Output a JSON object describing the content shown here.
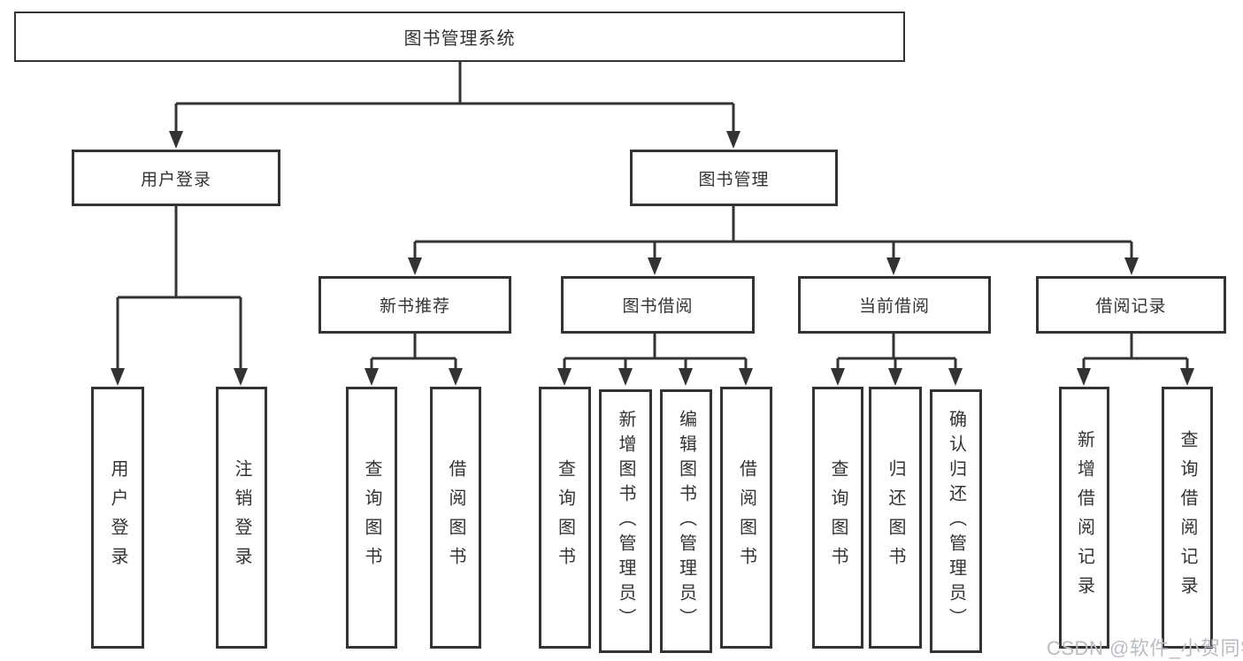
{
  "diagram": {
    "root": {
      "label": "图书管理系统"
    },
    "level2": [
      {
        "label": "用户登录"
      },
      {
        "label": "图书管理"
      }
    ],
    "level3": [
      {
        "label": "新书推荐"
      },
      {
        "label": "图书借阅"
      },
      {
        "label": "当前借阅"
      },
      {
        "label": "借阅记录"
      }
    ],
    "leaves": [
      {
        "label": "用户登录"
      },
      {
        "label": "注销登录"
      },
      {
        "label": "查询图书"
      },
      {
        "label": "借阅图书"
      },
      {
        "label": "查询图书"
      },
      {
        "label": "新增图书（管理员）"
      },
      {
        "label": "编辑图书（管理员）"
      },
      {
        "label": "借阅图书"
      },
      {
        "label": "查询图书"
      },
      {
        "label": "归还图书"
      },
      {
        "label": "确认归还（管理员）"
      },
      {
        "label": "新增借阅记录"
      },
      {
        "label": "查询借阅记录"
      }
    ]
  },
  "watermark": "CSDN @软件_小贺同学",
  "colors": {
    "line": "#333333",
    "box_fill": "#ffffff",
    "text": "#333333",
    "watermark": "#b9bdc2"
  }
}
